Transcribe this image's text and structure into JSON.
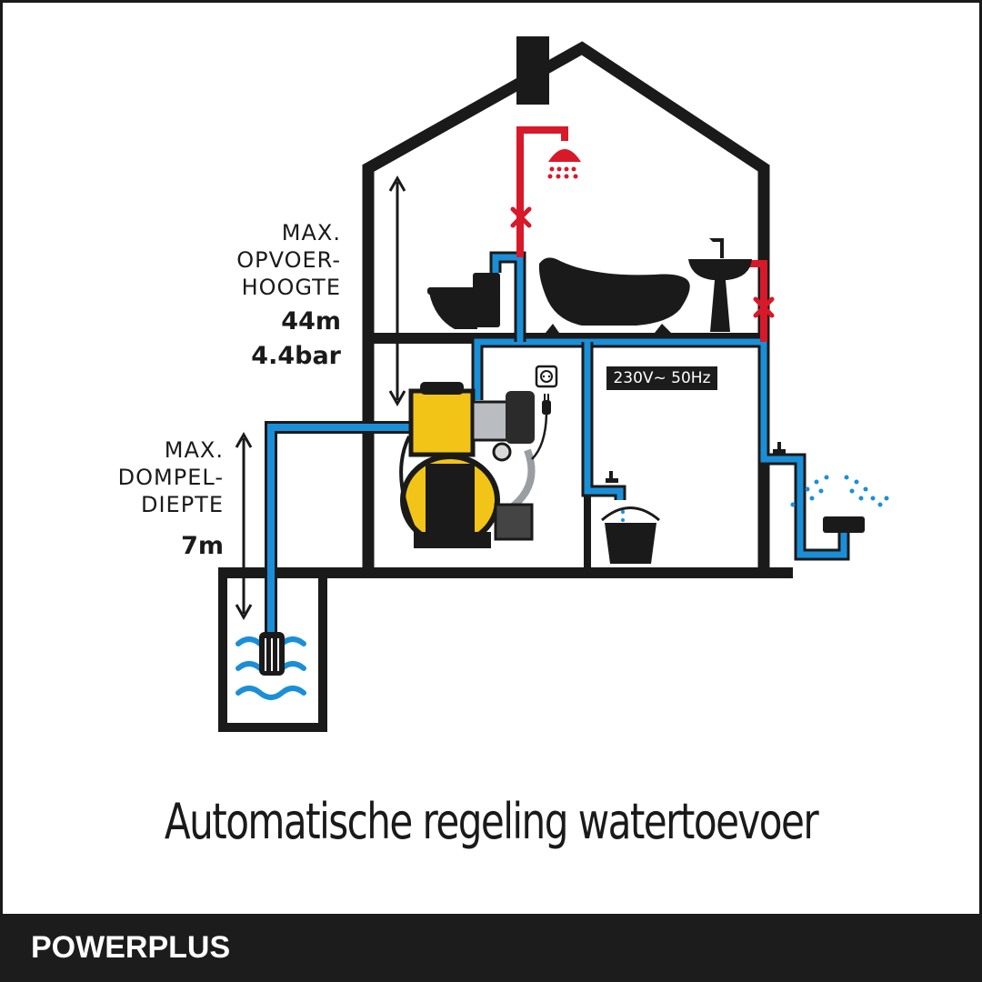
{
  "labels": {
    "head_line1": "MAX.",
    "head_line2": "OPVOER-",
    "head_line3": "HOOGTE",
    "head_value1": "44m",
    "head_value2": "4.4bar",
    "depth_line1": "MAX.",
    "depth_line2": "DOMPEL-",
    "depth_line3": "DIEPTE",
    "depth_value": "7m",
    "voltage": "230V~ 50Hz"
  },
  "caption": "Automatische regeling watertoevoer",
  "brand": "POWERPLUS",
  "colors": {
    "outline": "#1a1a1a",
    "water_pipe": "#1a8fd8",
    "hot_pipe": "#d7192a",
    "pump_yellow": "#f2c417",
    "footer_bg": "#1c1c1c"
  }
}
